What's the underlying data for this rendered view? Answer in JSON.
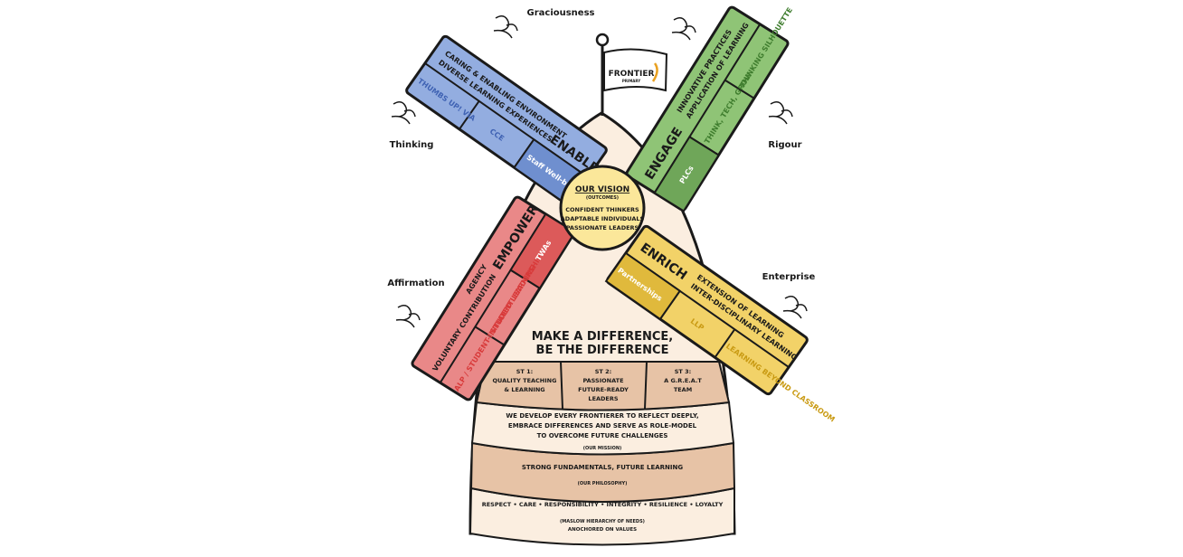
{
  "values": {
    "graciousness": "Graciousness",
    "thinking": "Thinking",
    "rigour": "Rigour",
    "affirmation": "Affirmation",
    "enterprise": "Enterprise"
  },
  "flag": {
    "brand": "FRONTIER",
    "sub": "PRIMARY"
  },
  "vision": {
    "title": "OUR VISION",
    "sub": "(OUTCOMES)",
    "lines": [
      "CONFIDENT THINKERS",
      "ADAPTABLE INDIVIDUALS",
      "PASSIONATE LEADERS"
    ]
  },
  "blades": {
    "enable": {
      "label": "ENABLE",
      "desc1": "CARING & ENABLING ENVIRONMENT",
      "desc2": "DIVERSE LEARNING EXPERIENCES",
      "cells": [
        "THUMBS UP! VIA",
        "CCE",
        "Staff Well-being"
      ],
      "color": "#93ade0",
      "dark": "#6f8fcf",
      "text": "#3f62b3"
    },
    "engage": {
      "label": "ENGAGE",
      "desc1": "INNOVATIVE PRACTICES",
      "desc2": "APPLICATION OF LEARNING",
      "cells": [
        "PLCs",
        "THINK, TECH, GROW",
        "THINKING SILHOUETTE"
      ],
      "color": "#8fc476",
      "dark": "#6fa659",
      "text": "#3f7d2e"
    },
    "empower": {
      "label": "EMPOWER",
      "desc1": "AGENCY",
      "desc2": "VOLUNTARY CONTRIBUTION",
      "cells": [
        "ALP / STUDENT-INITIATED LEARNING",
        "STUDENT LEADERSHIP",
        "TWAs"
      ],
      "color": "#e98888",
      "dark": "#dc5a5a",
      "text": "#d83a3a"
    },
    "enrich": {
      "label": "ENRICH",
      "desc1": "EXTENSION OF LEARNING",
      "desc2": "INTER-DISCIPLINARY LEARNING",
      "cells": [
        "Partnerships",
        "LLP",
        "LEARNING BEYOND CLASSROOM"
      ],
      "color": "#f2d268",
      "dark": "#e0b93c",
      "text": "#c99a12"
    }
  },
  "motto": {
    "line1": "MAKE A DIFFERENCE,",
    "line2": "BE THE DIFFERENCE"
  },
  "thrusts": [
    {
      "code": "ST 1:",
      "line1": "QUALITY TEACHING",
      "line2": "& LEARNING",
      "line3": ""
    },
    {
      "code": "ST 2:",
      "line1": "PASSIONATE",
      "line2": "FUTURE-READY",
      "line3": "LEADERS"
    },
    {
      "code": "ST 3:",
      "line1": "A G.R.E.A.T",
      "line2": "TEAM",
      "line3": ""
    }
  ],
  "mission": {
    "lines": [
      "WE DEVELOP EVERY FRONTIERER TO REFLECT DEEPLY,",
      "EMBRACE DIFFERENCES AND SERVE AS ROLE-MODEL",
      "TO OVERCOME FUTURE CHALLENGES"
    ],
    "caption": "(OUR MISSION)"
  },
  "philosophy": {
    "text": "STRONG FUNDAMENTALS, FUTURE LEARNING",
    "caption": "(OUR PHILOSOPHY)"
  },
  "values_base": {
    "text": "RESPECT • CARE • RESPONSIBILITY • INTEGRITY • RESILIENCE • LOYALTY",
    "caption1": "(MASLOW HIERARCHY OF NEEDS)",
    "caption2": "ANOCHORED ON VALUES"
  },
  "palette": {
    "body": "#fbeee0",
    "band": "#e7c3a6",
    "outline": "#1a1a1a"
  }
}
